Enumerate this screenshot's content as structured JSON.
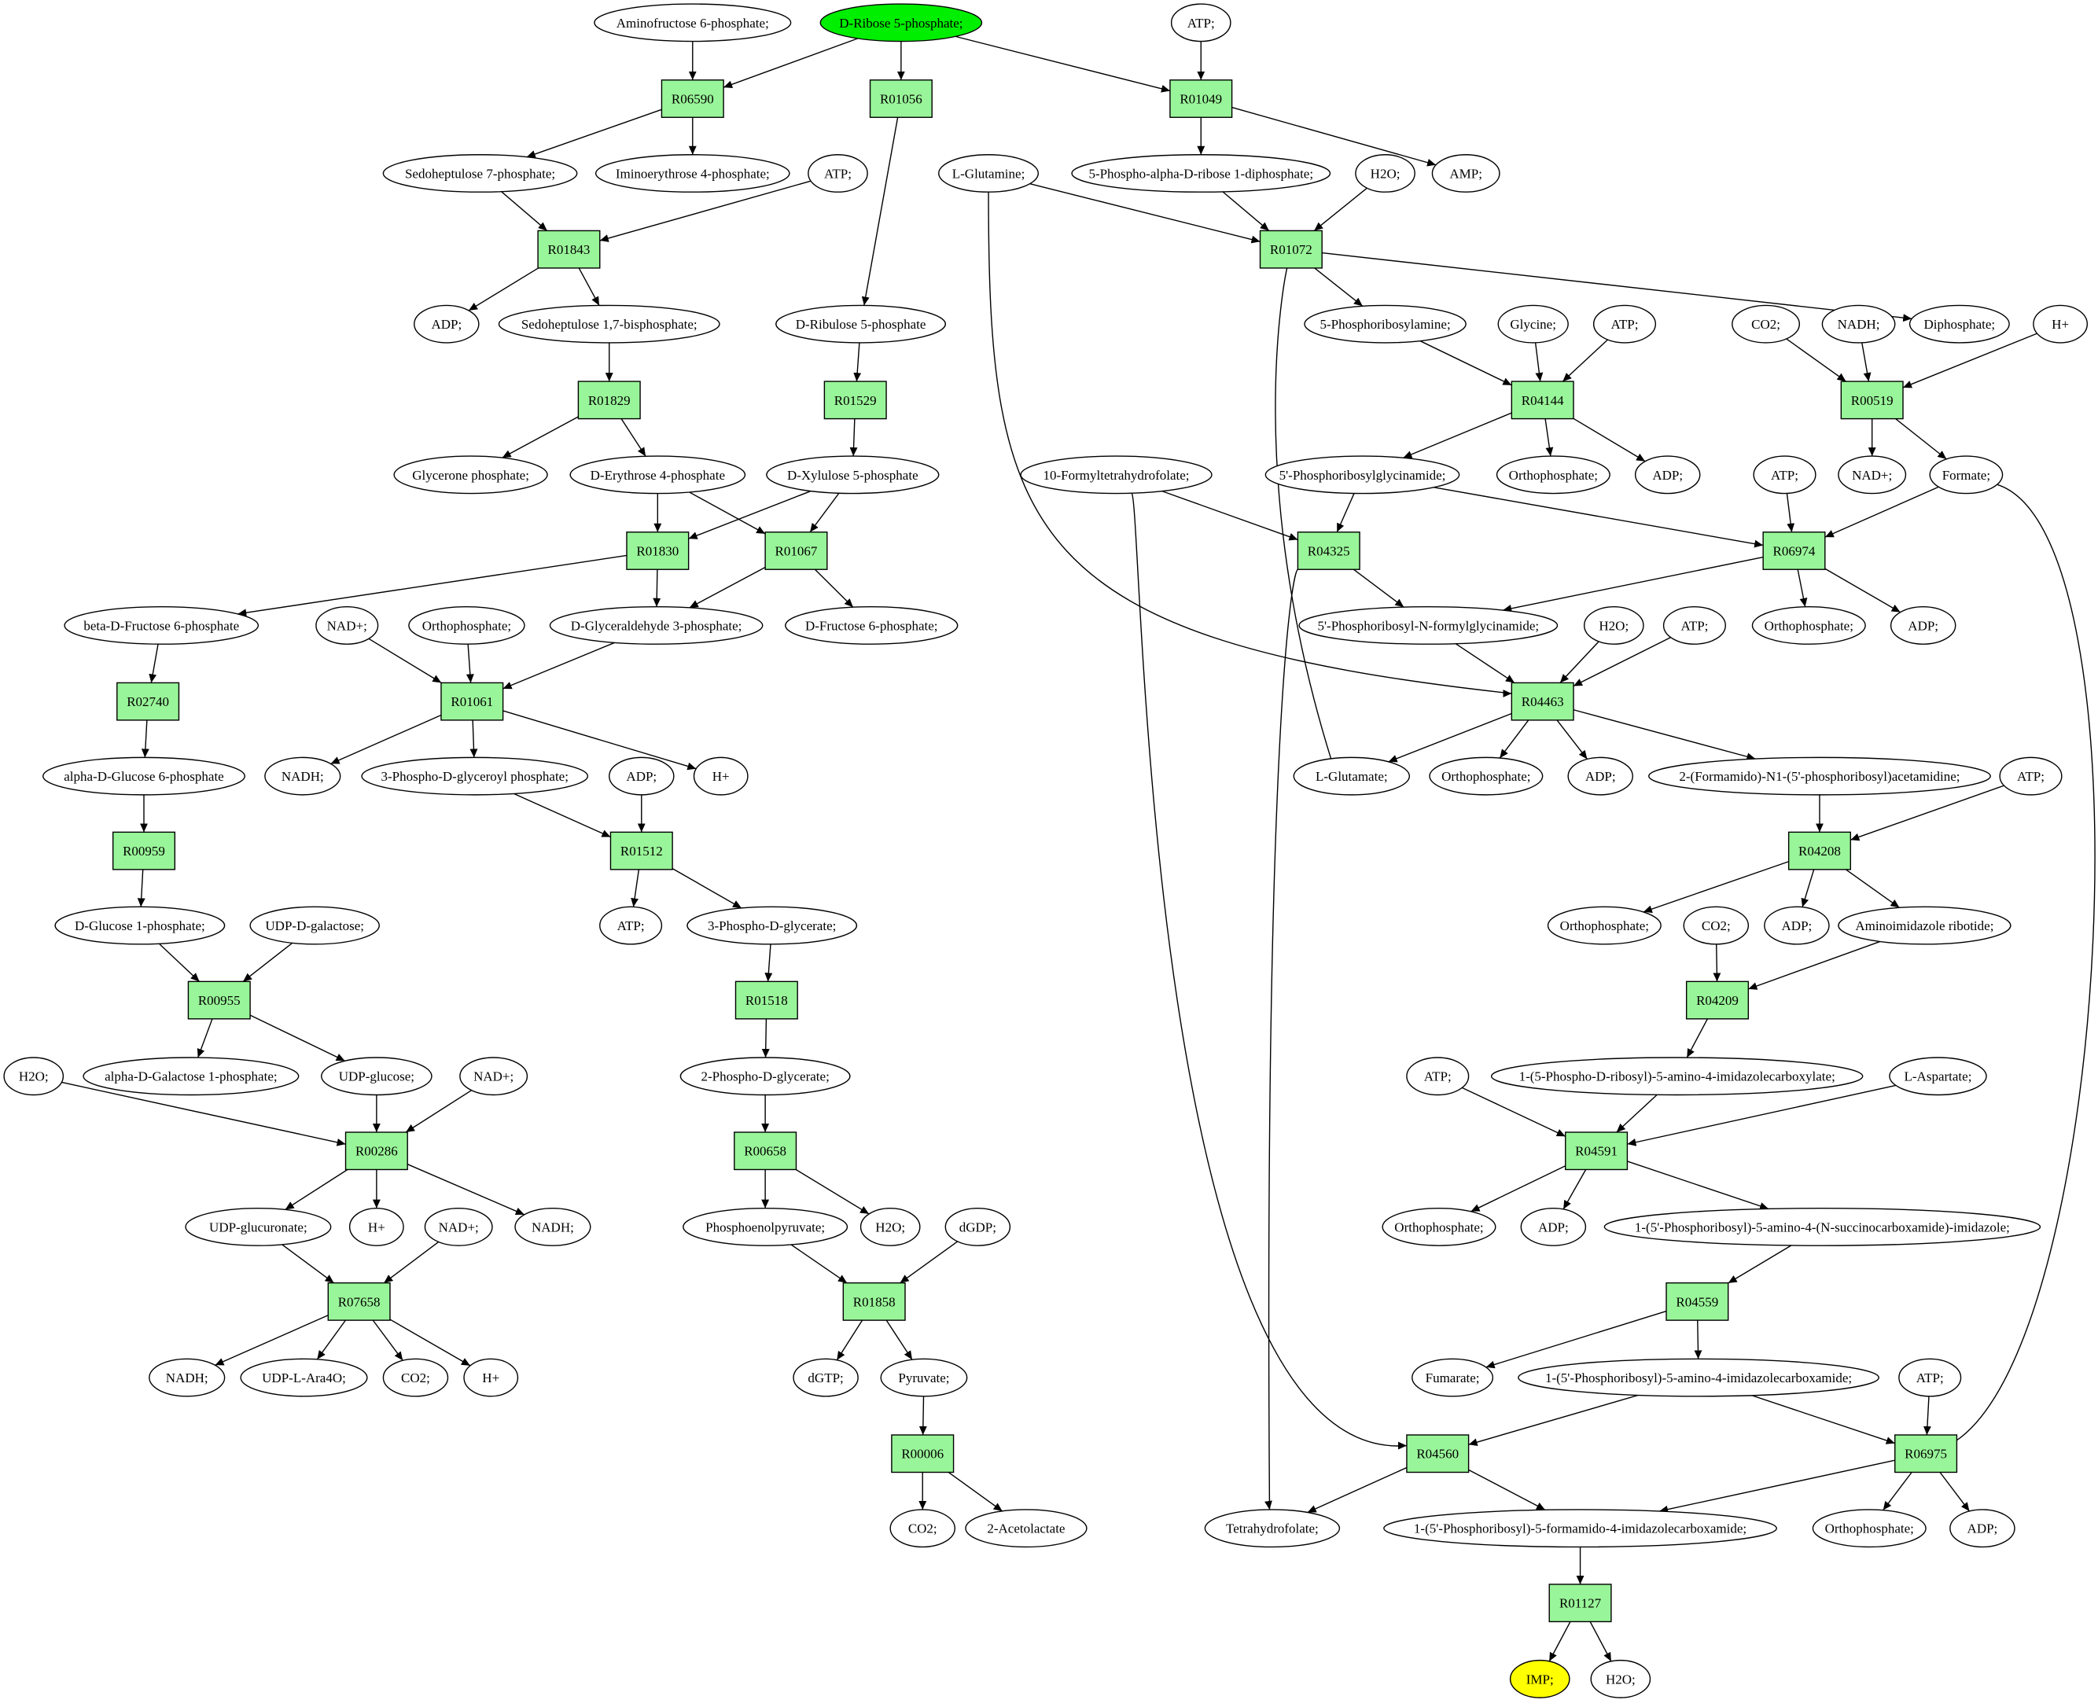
{
  "colors": {
    "start": "#00ee00",
    "end": "#ffff00",
    "reaction": "#99f599",
    "molecule": "#ffffff",
    "stroke": "#000000"
  },
  "molecules": [
    {
      "id": "m_amf6p",
      "label": "Aminofructose 6-phosphate;"
    },
    {
      "id": "m_r5p",
      "label": "D-Ribose 5-phosphate;",
      "role": "start"
    },
    {
      "id": "m_atp1",
      "label": "ATP;"
    },
    {
      "id": "m_s7p",
      "label": "Sedoheptulose 7-phosphate;"
    },
    {
      "id": "m_ie4p",
      "label": "Iminoerythrose 4-phosphate;"
    },
    {
      "id": "m_atp2",
      "label": "ATP;"
    },
    {
      "id": "m_lgln",
      "label": "L-Glutamine;"
    },
    {
      "id": "m_prpp",
      "label": "5-Phospho-alpha-D-ribose 1-diphosphate;"
    },
    {
      "id": "m_h2o1",
      "label": "H2O;"
    },
    {
      "id": "m_amp",
      "label": "AMP;"
    },
    {
      "id": "m_adp1",
      "label": "ADP;"
    },
    {
      "id": "m_s17bp",
      "label": "Sedoheptulose 1,7-bisphosphate;"
    },
    {
      "id": "m_ru5p",
      "label": "D-Ribulose 5-phosphate"
    },
    {
      "id": "m_pra",
      "label": "5-Phosphoribosylamine;"
    },
    {
      "id": "m_gly",
      "label": "Glycine;"
    },
    {
      "id": "m_atp3",
      "label": "ATP;"
    },
    {
      "id": "m_co2a",
      "label": "CO2;"
    },
    {
      "id": "m_nadh1",
      "label": "NADH;"
    },
    {
      "id": "m_ppi",
      "label": "Diphosphate;"
    },
    {
      "id": "m_hplus1",
      "label": "H+"
    },
    {
      "id": "m_glyp",
      "label": "Glycerone phosphate;"
    },
    {
      "id": "m_e4p",
      "label": "D-Erythrose 4-phosphate"
    },
    {
      "id": "m_xu5p",
      "label": "D-Xylulose 5-phosphate"
    },
    {
      "id": "m_fthf",
      "label": "10-Formyltetrahydrofolate;"
    },
    {
      "id": "m_gar",
      "label": "5'-Phosphoribosylglycinamide;"
    },
    {
      "id": "m_pi1",
      "label": "Orthophosphate;"
    },
    {
      "id": "m_adp2",
      "label": "ADP;"
    },
    {
      "id": "m_nadp",
      "label": "NAD+;"
    },
    {
      "id": "m_formate",
      "label": "Formate;"
    },
    {
      "id": "m_atp4",
      "label": "ATP;"
    },
    {
      "id": "m_bf6p",
      "label": "beta-D-Fructose 6-phosphate"
    },
    {
      "id": "m_nad1",
      "label": "NAD+;"
    },
    {
      "id": "m_pi2",
      "label": "Orthophosphate;"
    },
    {
      "id": "m_g3p",
      "label": "D-Glyceraldehyde 3-phosphate;"
    },
    {
      "id": "m_f6p",
      "label": "D-Fructose 6-phosphate;"
    },
    {
      "id": "m_fgar",
      "label": "5'-Phosphoribosyl-N-formylglycinamide;"
    },
    {
      "id": "m_h2o2",
      "label": "H2O;"
    },
    {
      "id": "m_atp5",
      "label": "ATP;"
    },
    {
      "id": "m_pi3",
      "label": "Orthophosphate;"
    },
    {
      "id": "m_adp3",
      "label": "ADP;"
    },
    {
      "id": "m_ag6p",
      "label": "alpha-D-Glucose 6-phosphate"
    },
    {
      "id": "m_nadh2",
      "label": "NADH;"
    },
    {
      "id": "m_13bpg",
      "label": "3-Phospho-D-glyceroyl phosphate;"
    },
    {
      "id": "m_adp4",
      "label": "ADP;"
    },
    {
      "id": "m_hplus2",
      "label": "H+"
    },
    {
      "id": "m_lglu",
      "label": "L-Glutamate;"
    },
    {
      "id": "m_pi4",
      "label": "Orthophosphate;"
    },
    {
      "id": "m_adp5",
      "label": "ADP;"
    },
    {
      "id": "m_fgam",
      "label": "2-(Formamido)-N1-(5'-phosphoribosyl)acetamidine;"
    },
    {
      "id": "m_atp6",
      "label": "ATP;"
    },
    {
      "id": "m_g1p",
      "label": "D-Glucose 1-phosphate;"
    },
    {
      "id": "m_udpgal",
      "label": "UDP-D-galactose;"
    },
    {
      "id": "m_atp7",
      "label": "ATP;"
    },
    {
      "id": "m_3pg",
      "label": "3-Phospho-D-glycerate;"
    },
    {
      "id": "m_pi5",
      "label": "Orthophosphate;"
    },
    {
      "id": "m_adp6",
      "label": "ADP;"
    },
    {
      "id": "m_air",
      "label": "Aminoimidazole ribotide;"
    },
    {
      "id": "m_co2b",
      "label": "CO2;"
    },
    {
      "id": "m_h2o3",
      "label": "H2O;"
    },
    {
      "id": "m_agal1p",
      "label": "alpha-D-Galactose 1-phosphate;"
    },
    {
      "id": "m_udpglc",
      "label": "UDP-glucose;"
    },
    {
      "id": "m_nad2",
      "label": "NAD+;"
    },
    {
      "id": "m_2pg",
      "label": "2-Phospho-D-glycerate;"
    },
    {
      "id": "m_atp8",
      "label": "ATP;"
    },
    {
      "id": "m_cair",
      "label": "1-(5-Phospho-D-ribosyl)-5-amino-4-imidazolecarboxylate;"
    },
    {
      "id": "m_lasp",
      "label": "L-Aspartate;"
    },
    {
      "id": "m_udpglcur",
      "label": "UDP-glucuronate;"
    },
    {
      "id": "m_hplus3",
      "label": "H+"
    },
    {
      "id": "m_nad3",
      "label": "NAD+;"
    },
    {
      "id": "m_nadh3",
      "label": "NADH;"
    },
    {
      "id": "m_pep",
      "label": "Phosphoenolpyruvate;"
    },
    {
      "id": "m_h2o4",
      "label": "H2O;"
    },
    {
      "id": "m_dgdp",
      "label": "dGDP;"
    },
    {
      "id": "m_pi6",
      "label": "Orthophosphate;"
    },
    {
      "id": "m_adp7",
      "label": "ADP;"
    },
    {
      "id": "m_saicar",
      "label": "1-(5'-Phosphoribosyl)-5-amino-4-(N-succinocarboxamide)-imidazole;"
    },
    {
      "id": "m_nadh4",
      "label": "NADH;"
    },
    {
      "id": "m_udpara",
      "label": "UDP-L-Ara4O;"
    },
    {
      "id": "m_co2c",
      "label": "CO2;"
    },
    {
      "id": "m_hplus4",
      "label": "H+"
    },
    {
      "id": "m_dgtp",
      "label": "dGTP;"
    },
    {
      "id": "m_pyr",
      "label": "Pyruvate;"
    },
    {
      "id": "m_fum",
      "label": "Fumarate;"
    },
    {
      "id": "m_aicar",
      "label": "1-(5'-Phosphoribosyl)-5-amino-4-imidazolecarboxamide;"
    },
    {
      "id": "m_atp9",
      "label": "ATP;"
    },
    {
      "id": "m_co2d",
      "label": "CO2;"
    },
    {
      "id": "m_acetolac",
      "label": "2-Acetolactate"
    },
    {
      "id": "m_thf",
      "label": "Tetrahydrofolate;"
    },
    {
      "id": "m_faicar",
      "label": "1-(5'-Phosphoribosyl)-5-formamido-4-imidazolecarboxamide;"
    },
    {
      "id": "m_pi7",
      "label": "Orthophosphate;"
    },
    {
      "id": "m_adp8",
      "label": "ADP;"
    },
    {
      "id": "m_imp",
      "label": "IMP;",
      "role": "end"
    },
    {
      "id": "m_h2o5",
      "label": "H2O;"
    }
  ],
  "reactions": [
    {
      "id": "R06590",
      "label": "R06590"
    },
    {
      "id": "R01056",
      "label": "R01056"
    },
    {
      "id": "R01049",
      "label": "R01049"
    },
    {
      "id": "R01843",
      "label": "R01843"
    },
    {
      "id": "R01072",
      "label": "R01072"
    },
    {
      "id": "R01829",
      "label": "R01829"
    },
    {
      "id": "R01529",
      "label": "R01529"
    },
    {
      "id": "R04144",
      "label": "R04144"
    },
    {
      "id": "R00519",
      "label": "R00519"
    },
    {
      "id": "R01830",
      "label": "R01830"
    },
    {
      "id": "R01067",
      "label": "R01067"
    },
    {
      "id": "R04325",
      "label": "R04325"
    },
    {
      "id": "R06974",
      "label": "R06974"
    },
    {
      "id": "R02740",
      "label": "R02740"
    },
    {
      "id": "R01061",
      "label": "R01061"
    },
    {
      "id": "R04463",
      "label": "R04463"
    },
    {
      "id": "R00959",
      "label": "R00959"
    },
    {
      "id": "R01512",
      "label": "R01512"
    },
    {
      "id": "R04208",
      "label": "R04208"
    },
    {
      "id": "R00955",
      "label": "R00955"
    },
    {
      "id": "R01518",
      "label": "R01518"
    },
    {
      "id": "R04209",
      "label": "R04209"
    },
    {
      "id": "R00286",
      "label": "R00286"
    },
    {
      "id": "R00658",
      "label": "R00658"
    },
    {
      "id": "R04591",
      "label": "R04591"
    },
    {
      "id": "R07658",
      "label": "R07658"
    },
    {
      "id": "R01858",
      "label": "R01858"
    },
    {
      "id": "R04559",
      "label": "R04559"
    },
    {
      "id": "R00006",
      "label": "R00006"
    },
    {
      "id": "R04560",
      "label": "R04560"
    },
    {
      "id": "R06975",
      "label": "R06975"
    },
    {
      "id": "R01127",
      "label": "R01127"
    }
  ],
  "edges": [
    [
      "m_amf6p",
      "R06590"
    ],
    [
      "m_r5p",
      "R06590"
    ],
    [
      "m_r5p",
      "R01056"
    ],
    [
      "m_r5p",
      "R01049"
    ],
    [
      "m_atp1",
      "R01049"
    ],
    [
      "R06590",
      "m_s7p"
    ],
    [
      "R06590",
      "m_ie4p"
    ],
    [
      "R01056",
      "m_ru5p"
    ],
    [
      "R01049",
      "m_prpp"
    ],
    [
      "R01049",
      "m_amp"
    ],
    [
      "m_s7p",
      "R01843"
    ],
    [
      "m_atp2",
      "R01843"
    ],
    [
      "R01843",
      "m_adp1"
    ],
    [
      "R01843",
      "m_s17bp"
    ],
    [
      "m_lgln",
      "R01072"
    ],
    [
      "m_prpp",
      "R01072"
    ],
    [
      "m_h2o1",
      "R01072"
    ],
    [
      "R01072",
      "m_pra"
    ],
    [
      "R01072",
      "m_ppi"
    ],
    [
      "R01072",
      "m_lglu"
    ],
    [
      "m_s17bp",
      "R01829"
    ],
    [
      "R01829",
      "m_glyp"
    ],
    [
      "R01829",
      "m_e4p"
    ],
    [
      "m_ru5p",
      "R01529"
    ],
    [
      "R01529",
      "m_xu5p"
    ],
    [
      "m_pra",
      "R04144"
    ],
    [
      "m_gly",
      "R04144"
    ],
    [
      "m_atp3",
      "R04144"
    ],
    [
      "R04144",
      "m_gar"
    ],
    [
      "R04144",
      "m_pi1"
    ],
    [
      "R04144",
      "m_adp2"
    ],
    [
      "m_co2a",
      "R00519"
    ],
    [
      "m_nadh1",
      "R00519"
    ],
    [
      "m_hplus1",
      "R00519"
    ],
    [
      "R00519",
      "m_nadp"
    ],
    [
      "R00519",
      "m_formate"
    ],
    [
      "m_e4p",
      "R01830"
    ],
    [
      "m_xu5p",
      "R01830"
    ],
    [
      "m_e4p",
      "R01067"
    ],
    [
      "m_xu5p",
      "R01067"
    ],
    [
      "R01830",
      "m_bf6p"
    ],
    [
      "R01830",
      "m_g3p"
    ],
    [
      "R01067",
      "m_g3p"
    ],
    [
      "R01067",
      "m_f6p"
    ],
    [
      "m_fthf",
      "R04325"
    ],
    [
      "m_gar",
      "R04325"
    ],
    [
      "R04325",
      "m_fgar"
    ],
    [
      "R04325",
      "m_thf"
    ],
    [
      "m_gar",
      "R06974"
    ],
    [
      "m_atp4",
      "R06974"
    ],
    [
      "m_formate",
      "R06974"
    ],
    [
      "R06974",
      "m_fgar"
    ],
    [
      "R06974",
      "m_pi3"
    ],
    [
      "R06974",
      "m_adp3"
    ],
    [
      "m_formate",
      "R06975"
    ],
    [
      "m_bf6p",
      "R02740"
    ],
    [
      "R02740",
      "m_ag6p"
    ],
    [
      "m_nad1",
      "R01061"
    ],
    [
      "m_pi2",
      "R01061"
    ],
    [
      "m_g3p",
      "R01061"
    ],
    [
      "R01061",
      "m_nadh2"
    ],
    [
      "R01061",
      "m_13bpg"
    ],
    [
      "R01061",
      "m_hplus2"
    ],
    [
      "m_fgar",
      "R04463"
    ],
    [
      "m_h2o2",
      "R04463"
    ],
    [
      "m_atp5",
      "R04463"
    ],
    [
      "m_lgln",
      "R04463"
    ],
    [
      "R04463",
      "m_lglu"
    ],
    [
      "R04463",
      "m_pi4"
    ],
    [
      "R04463",
      "m_adp5"
    ],
    [
      "R04463",
      "m_fgam"
    ],
    [
      "m_ag6p",
      "R00959"
    ],
    [
      "R00959",
      "m_g1p"
    ],
    [
      "m_13bpg",
      "R01512"
    ],
    [
      "m_adp4",
      "R01512"
    ],
    [
      "R01512",
      "m_atp7"
    ],
    [
      "R01512",
      "m_3pg"
    ],
    [
      "m_fgam",
      "R04208"
    ],
    [
      "m_atp6",
      "R04208"
    ],
    [
      "R04208",
      "m_pi5"
    ],
    [
      "R04208",
      "m_adp6"
    ],
    [
      "R04208",
      "m_air"
    ],
    [
      "m_g1p",
      "R00955"
    ],
    [
      "m_udpgal",
      "R00955"
    ],
    [
      "R00955",
      "m_agal1p"
    ],
    [
      "R00955",
      "m_udpglc"
    ],
    [
      "m_3pg",
      "R01518"
    ],
    [
      "R01518",
      "m_2pg"
    ],
    [
      "m_co2b",
      "R04209"
    ],
    [
      "m_air",
      "R04209"
    ],
    [
      "R04209",
      "m_cair"
    ],
    [
      "m_h2o3",
      "R00286"
    ],
    [
      "m_udpglc",
      "R00286"
    ],
    [
      "m_nad2",
      "R00286"
    ],
    [
      "R00286",
      "m_udpglcur"
    ],
    [
      "R00286",
      "m_hplus3"
    ],
    [
      "R00286",
      "m_nadh3"
    ],
    [
      "m_2pg",
      "R00658"
    ],
    [
      "R00658",
      "m_pep"
    ],
    [
      "R00658",
      "m_h2o4"
    ],
    [
      "m_atp8",
      "R04591"
    ],
    [
      "m_cair",
      "R04591"
    ],
    [
      "m_lasp",
      "R04591"
    ],
    [
      "R04591",
      "m_pi6"
    ],
    [
      "R04591",
      "m_adp7"
    ],
    [
      "R04591",
      "m_saicar"
    ],
    [
      "m_udpglcur",
      "R07658"
    ],
    [
      "m_nad3",
      "R07658"
    ],
    [
      "R07658",
      "m_nadh4"
    ],
    [
      "R07658",
      "m_udpara"
    ],
    [
      "R07658",
      "m_co2c"
    ],
    [
      "R07658",
      "m_hplus4"
    ],
    [
      "m_pep",
      "R01858"
    ],
    [
      "m_dgdp",
      "R01858"
    ],
    [
      "R01858",
      "m_dgtp"
    ],
    [
      "R01858",
      "m_pyr"
    ],
    [
      "m_saicar",
      "R04559"
    ],
    [
      "R04559",
      "m_fum"
    ],
    [
      "R04559",
      "m_aicar"
    ],
    [
      "m_pyr",
      "R00006"
    ],
    [
      "R00006",
      "m_co2d"
    ],
    [
      "R00006",
      "m_acetolac"
    ],
    [
      "m_aicar",
      "R04560"
    ],
    [
      "m_fthf",
      "R04560"
    ],
    [
      "R04560",
      "m_thf"
    ],
    [
      "R04560",
      "m_faicar"
    ],
    [
      "m_aicar",
      "R06975"
    ],
    [
      "m_atp9",
      "R06975"
    ],
    [
      "R06975",
      "m_faicar"
    ],
    [
      "R06975",
      "m_pi7"
    ],
    [
      "R06975",
      "m_adp8"
    ],
    [
      "m_faicar",
      "R01127"
    ],
    [
      "R01127",
      "m_imp"
    ],
    [
      "R01127",
      "m_h2o5"
    ]
  ]
}
